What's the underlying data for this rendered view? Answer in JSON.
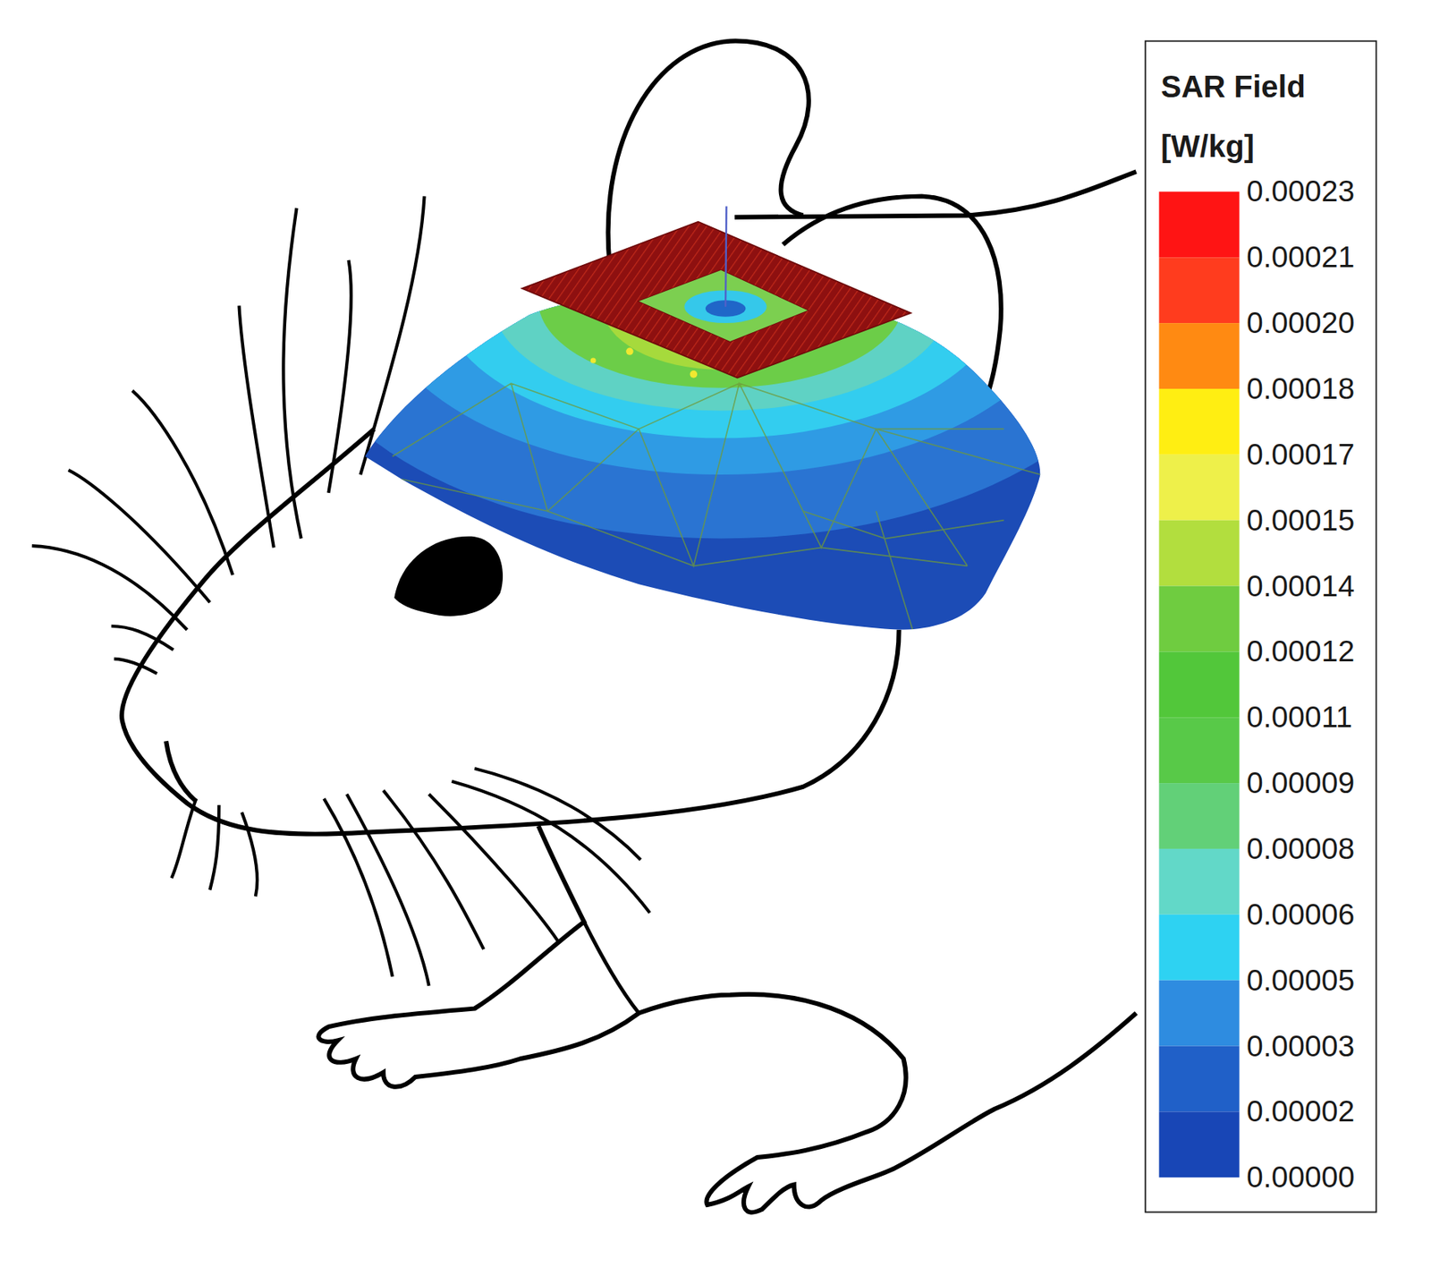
{
  "diagram": {
    "labels": [
      "SAR Field",
      "[W/kg]",
      "0.00023",
      "0.00021",
      "0.00020",
      "0.00018",
      "0.00017",
      "0.00015",
      "0.00014",
      "0.00012",
      "0.00011",
      "0.00009",
      "0.00008",
      "0.00006",
      "0.00005",
      "0.00003",
      "0.00002",
      "0.00000"
    ]
  }
}
